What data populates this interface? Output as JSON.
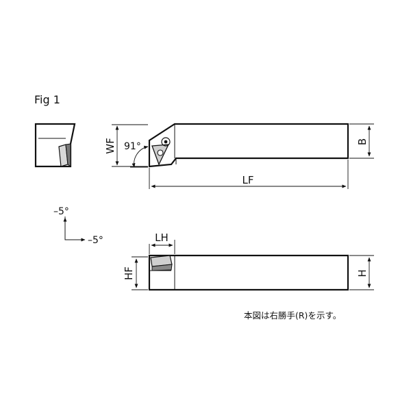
{
  "figure": {
    "title": "Fig 1",
    "note": "本図は右勝手(R)を示す。"
  },
  "top_view": {
    "wf_label": "WF",
    "angle_label": "91°",
    "lf_label": "LF",
    "b_label": "B"
  },
  "side_view": {
    "lh_label": "LH",
    "hf_label": "HF",
    "h_label": "H"
  },
  "inclination": {
    "vertical_label": "–5°",
    "horizontal_label": "–5°"
  }
}
